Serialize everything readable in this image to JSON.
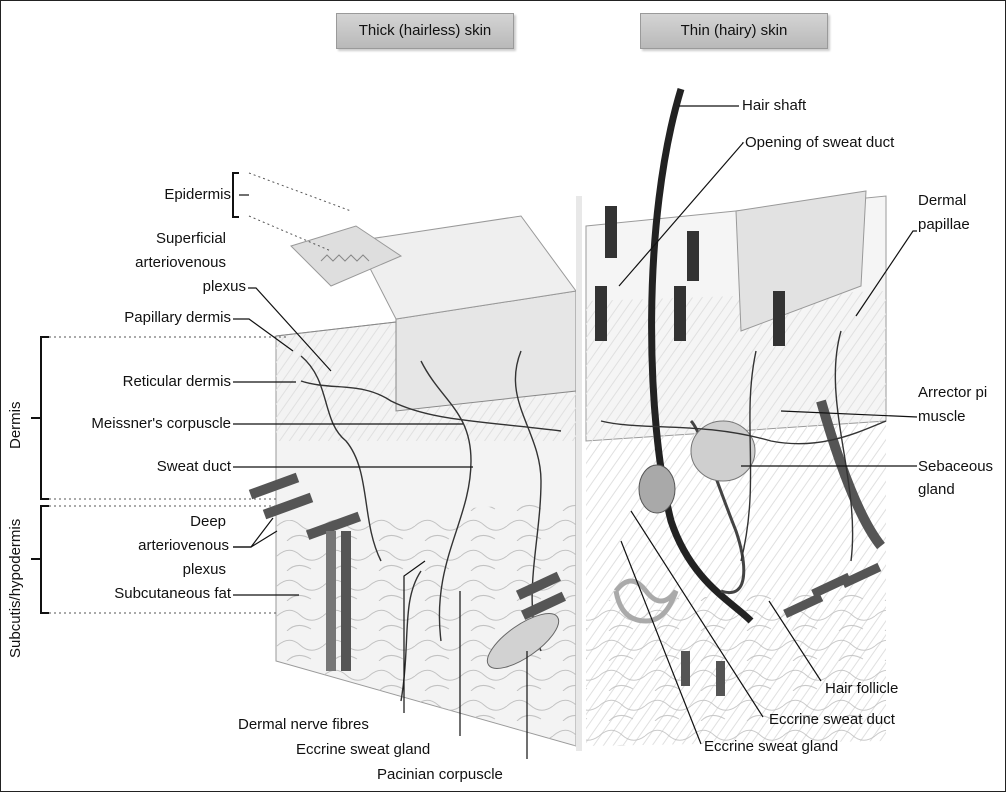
{
  "headers": {
    "thick": "Thick (hairless) skin",
    "thin": "Thin (hairy) skin"
  },
  "left_labels": {
    "epidermis": "Epidermis",
    "superficial_plexus": [
      "Superficial",
      "arteriovenous",
      "plexus"
    ],
    "papillary_dermis": "Papillary dermis",
    "reticular_dermis": "Reticular dermis",
    "meissner": "Meissner's corpuscle",
    "sweat_duct": "Sweat duct",
    "deep_plexus": [
      "Deep",
      "arteriovenous",
      "plexus"
    ],
    "subcutaneous_fat": "Subcutaneous fat"
  },
  "side_labels": {
    "dermis": "Dermis",
    "subcutis": "Subcutis/hypodermis"
  },
  "bottom_labels": {
    "dermal_nerve": "Dermal nerve fibres",
    "eccrine_gland_left": "Eccrine sweat gland",
    "pacinian": "Pacinian corpuscle"
  },
  "right_labels": {
    "hair_shaft": "Hair shaft",
    "opening_duct": "Opening of sweat duct",
    "dermal_papillae": [
      "Dermal",
      "papillae"
    ],
    "arrector": [
      "Arrector pi",
      "muscle"
    ],
    "sebaceous": [
      "Sebaceous",
      "gland"
    ],
    "hair_follicle": "Hair follicle",
    "eccrine_duct": "Eccrine sweat duct",
    "eccrine_gland_right": "Eccrine sweat gland"
  }
}
